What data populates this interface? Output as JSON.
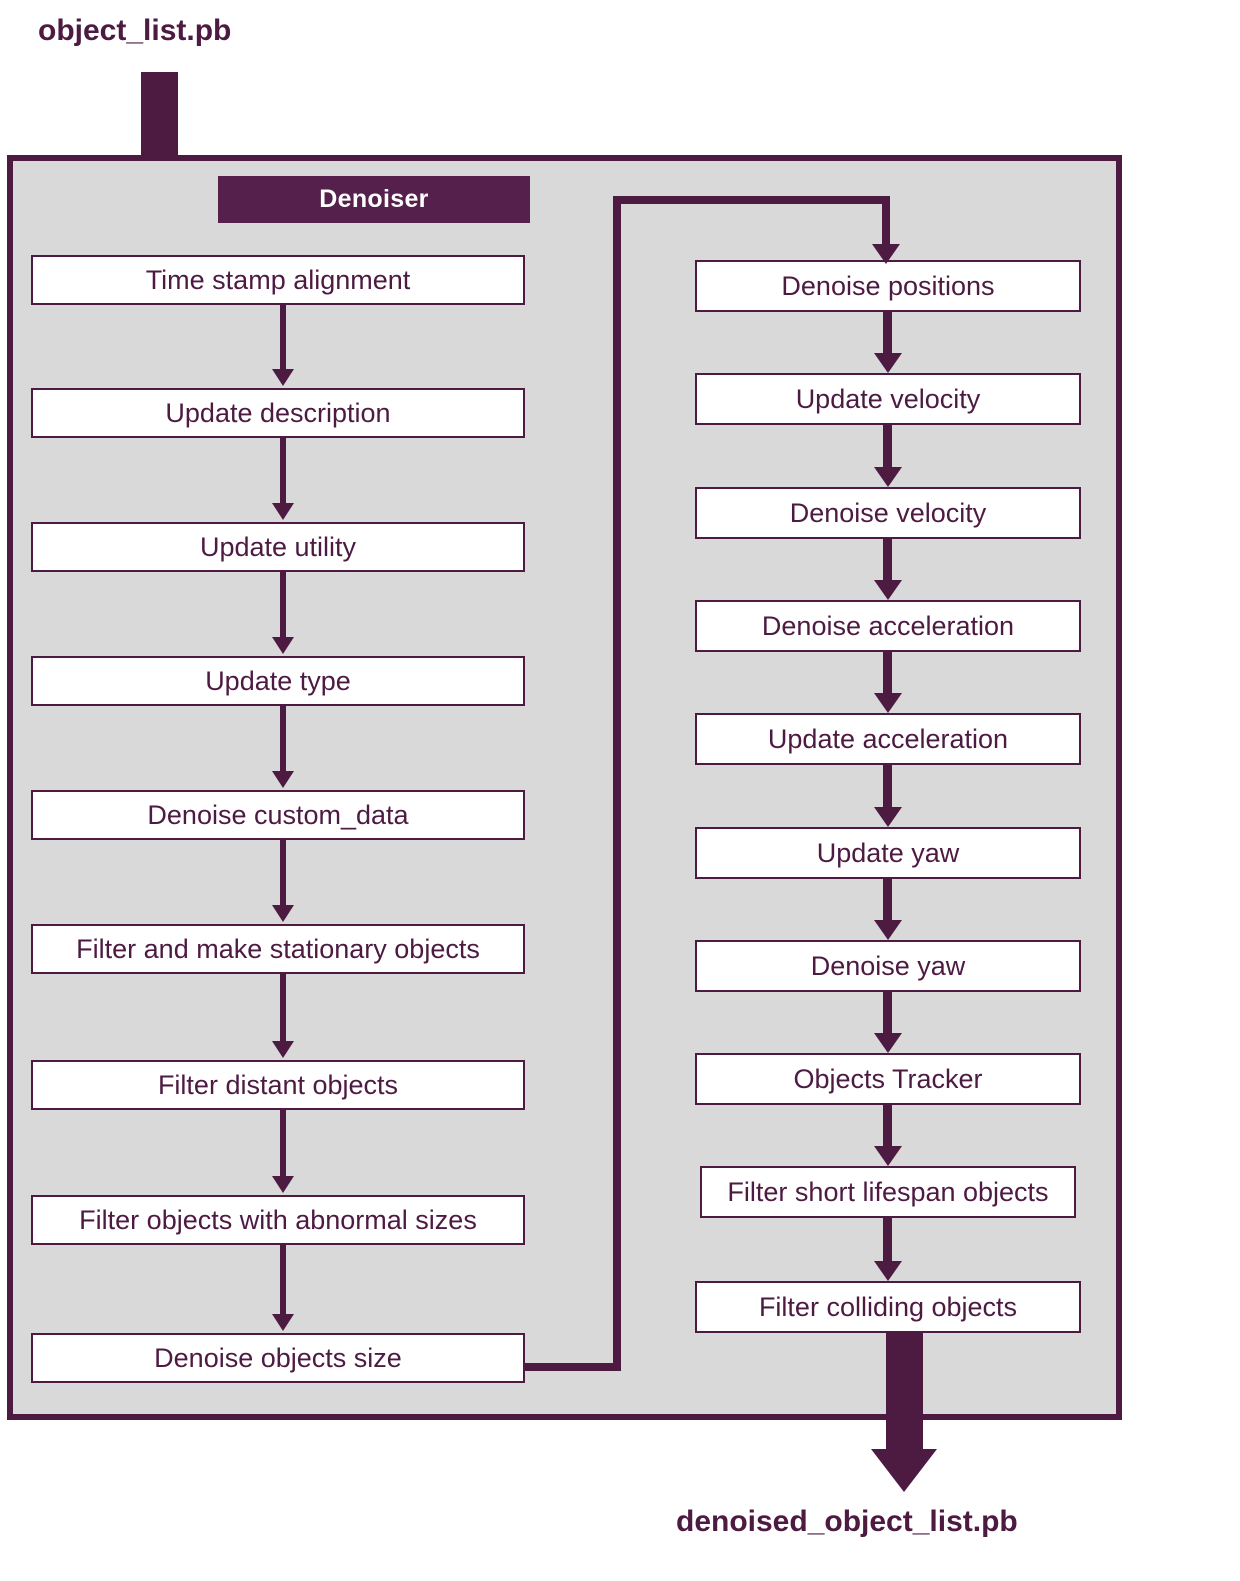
{
  "diagram": {
    "title_chip": "Denoiser",
    "input_label": "object_list.pb",
    "output_label": "denoised_object_list.pb",
    "colors": {
      "accent": "#4d1a42",
      "chip_fill": "#56204d",
      "container_fill": "#d9d9d9",
      "node_fill": "#ffffff",
      "page_bg": "#ffffff"
    },
    "left_column": [
      {
        "label": "Time stamp alignment"
      },
      {
        "label": "Update description"
      },
      {
        "label": "Update utility"
      },
      {
        "label": "Update type"
      },
      {
        "label": "Denoise custom_data"
      },
      {
        "label": "Filter and make stationary objects"
      },
      {
        "label": "Filter distant objects"
      },
      {
        "label": "Filter objects with abnormal sizes"
      },
      {
        "label": "Denoise objects size"
      }
    ],
    "right_column": [
      {
        "label": "Denoise positions"
      },
      {
        "label": "Update velocity"
      },
      {
        "label": "Denoise velocity"
      },
      {
        "label": "Denoise acceleration"
      },
      {
        "label": "Update acceleration"
      },
      {
        "label": "Update yaw"
      },
      {
        "label": "Denoise yaw"
      },
      {
        "label": "Objects Tracker"
      },
      {
        "label": "Filter short lifespan objects"
      },
      {
        "label": "Filter colliding objects"
      }
    ]
  }
}
